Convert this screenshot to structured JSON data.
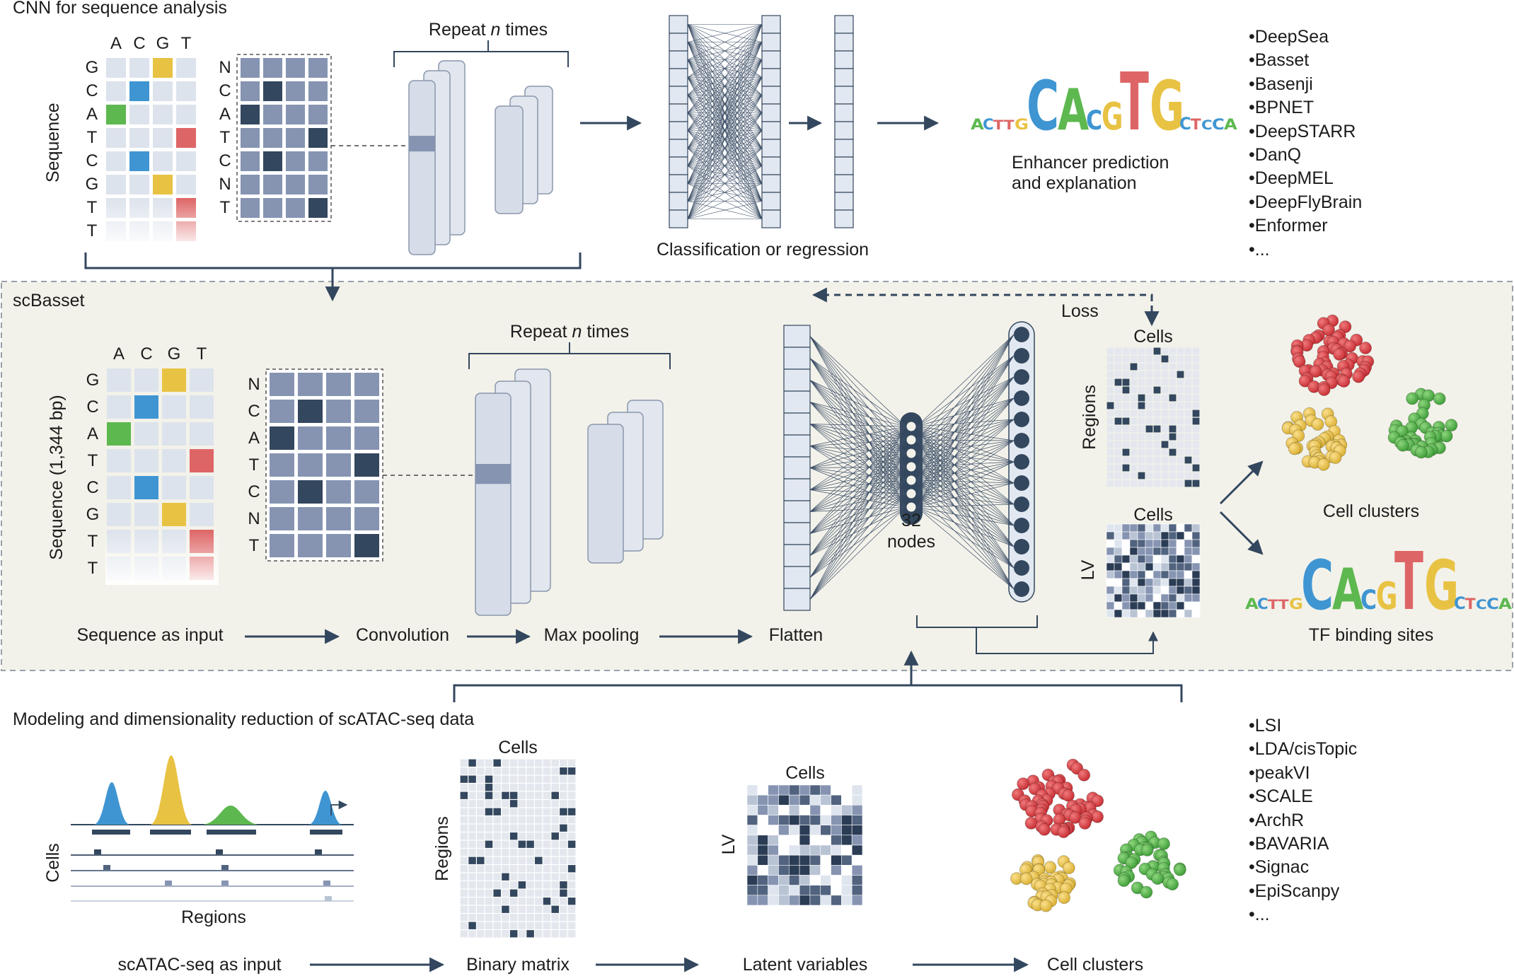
{
  "sections": {
    "cnn": {
      "title": "CNN for sequence analysis",
      "sequence_label": "Sequence",
      "bases_header": [
        "A",
        "C",
        "G",
        "T"
      ],
      "sequence": [
        "G",
        "C",
        "A",
        "T",
        "C",
        "G",
        "T",
        "T"
      ],
      "conv_letters": [
        "N",
        "C",
        "A",
        "T",
        "C",
        "N",
        "T"
      ],
      "repeat_label_pre": "Repeat ",
      "repeat_label_n": "n",
      "repeat_label_post": " times",
      "classification_label": "Classification or regression",
      "enhancer_label_line1": "Enhancer prediction",
      "enhancer_label_line2": "and explanation",
      "motif": "ACTTGCACGTGCTCCA",
      "tools": [
        "DeepSea",
        "Basset",
        "Basenji",
        "BPNET",
        "DeepSTARR",
        "DanQ",
        "DeepMEL",
        "DeepFlyBrain",
        "Enformer",
        "..."
      ]
    },
    "scbasset": {
      "title": "scBasset",
      "sequence_label": "Sequence (1,344 bp)",
      "bases_header": [
        "A",
        "C",
        "G",
        "T"
      ],
      "sequence": [
        "G",
        "C",
        "A",
        "T",
        "C",
        "G",
        "T",
        "T"
      ],
      "conv_letters": [
        "N",
        "C",
        "A",
        "T",
        "C",
        "N",
        "T"
      ],
      "repeat_label_pre": "Repeat ",
      "repeat_label_n": "n",
      "repeat_label_post": " times",
      "bottleneck_line1": "32",
      "bottleneck_line2": "nodes",
      "loss_label": "Loss",
      "cells_label_top": "Cells",
      "regions_label": "Regions",
      "cells_label_mid": "Cells",
      "lv_label": "LV",
      "cell_clusters_label": "Cell clusters",
      "tf_label": "TF binding sites",
      "motif": "ACTTGCACGTGCTCCA",
      "pipeline": [
        "Sequence as input",
        "Convolution",
        "Max pooling",
        "Flatten"
      ]
    },
    "scatac": {
      "title": "Modeling and dimensionality reduction of scATAC-seq data",
      "cells_label": "Cells",
      "regions_label": "Regions",
      "matrix_cells_label": "Cells",
      "matrix_regions_label": "Regions",
      "lv_cells_label": "Cells",
      "lv_label": "LV",
      "pipeline": [
        "scATAC-seq as input",
        "Binary matrix",
        "Latent variables",
        "Cell clusters"
      ],
      "tools": [
        "LSI",
        "LDA/cisTopic",
        "peakVI",
        "SCALE",
        "ArchR",
        "BAVARIA",
        "Signac",
        "EpiScanpy",
        "..."
      ]
    }
  },
  "colors": {
    "dark_navy": "#33475e",
    "medium_slate": "#8694b2",
    "light_grid": "#dde3ec",
    "panel_bg": "#f3f2ea",
    "base_A": "#5db84f",
    "base_C": "#3f95d2",
    "base_G": "#e8c243",
    "base_T": "#de6566",
    "cluster_red": "#d9363a",
    "cluster_yellow": "#ecc650",
    "cluster_green": "#4fb448"
  }
}
